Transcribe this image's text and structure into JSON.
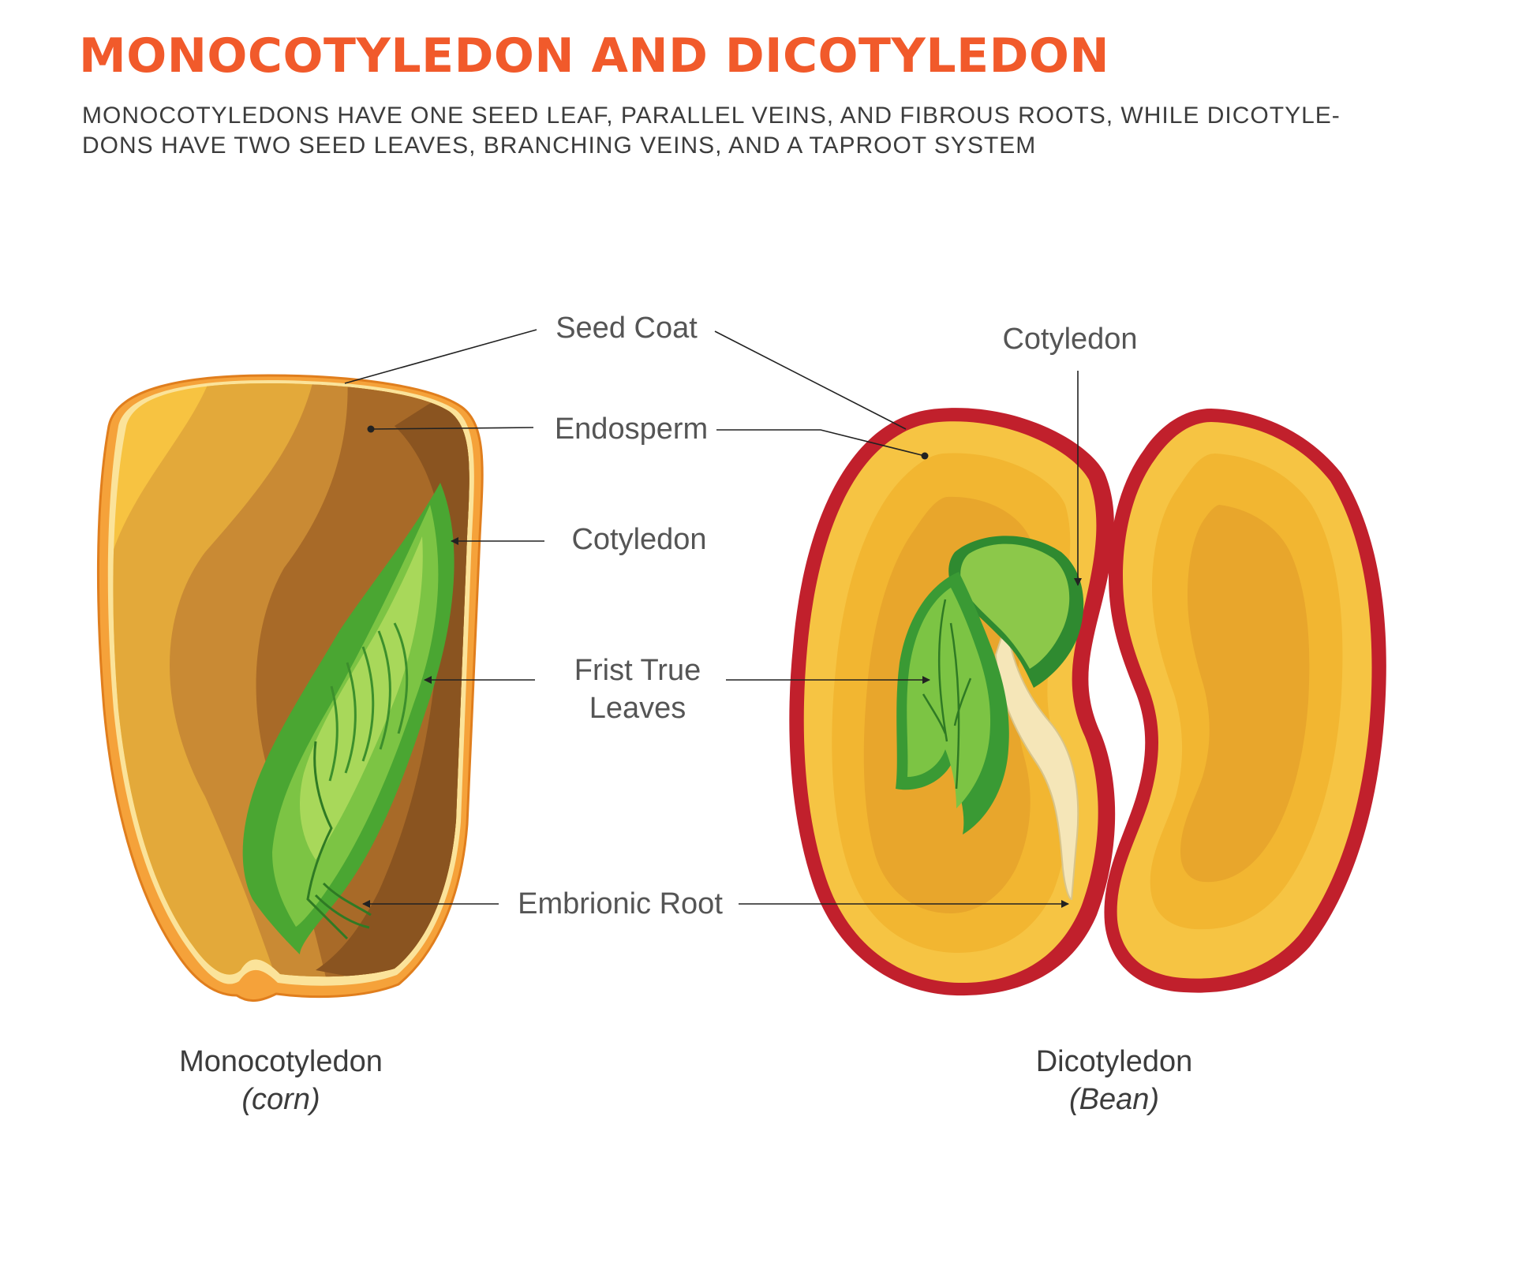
{
  "title": "MONOCOTYLEDON AND DICOTYLEDON",
  "subtitle": "MONOCOTYLEDONS HAVE ONE SEED LEAF, PARALLEL VEINS, AND FIBROUS ROOTS, WHILE DICOTYLE- DONS HAVE TWO SEED LEAVES, BRANCHING VEINS, AND A TAPROOT SYSTEM",
  "colors": {
    "title": "#f15a2b",
    "text": "#3c3c3c",
    "label": "#555555",
    "leader": "#222222",
    "corn_coat": "#f5a23a",
    "corn_endosperm": "#f7c341",
    "corn_dark": "#a86a28",
    "embryo_green": "#5ab738",
    "embryo_light": "#b7dc5c",
    "bean_coat": "#c1202c",
    "bean_flesh": "#f2b631",
    "bean_inner": "#e8a62c"
  },
  "labels": {
    "seed_coat": "Seed Coat",
    "endosperm": "Endosperm",
    "cotyledon_mono": "Cotyledon",
    "cotyledon_di": "Cotyledon",
    "first_true_leaves_line1": "Frist True",
    "first_true_leaves_line2": "Leaves",
    "embryonic_root": "Embrionic Root"
  },
  "captions": {
    "mono_name": "Monocotyledon",
    "mono_example": "(corn)",
    "di_name": "Dicotyledon",
    "di_example": "(Bean)"
  }
}
